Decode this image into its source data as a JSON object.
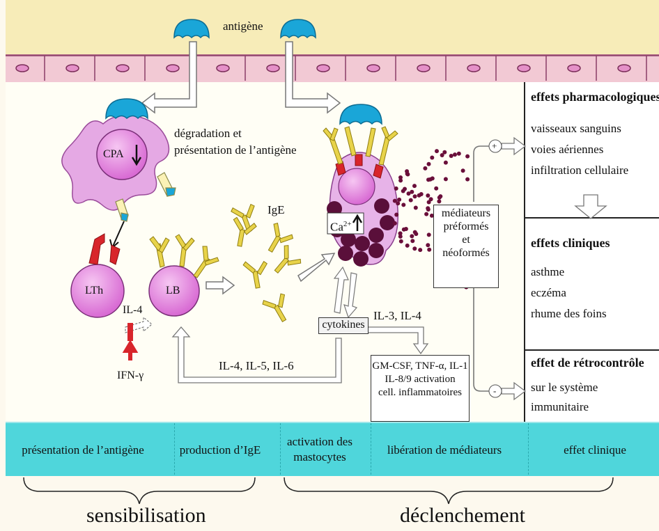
{
  "labels": {
    "antigen": "antigène",
    "degradation": "dégradation et",
    "presentation": "présentation de l’antigène",
    "cpa": "CPA",
    "lth": "LTh",
    "lb": "LB",
    "il4": "IL-4",
    "ifn": "IFN-γ",
    "ige": "IgE",
    "ca": "Ca",
    "ca_sup": "2+",
    "il3_il4": "IL-3, IL-4",
    "cytokines": "cytokines",
    "il456": "IL-4, IL-5, IL-6",
    "mediators": [
      "médiateurs",
      "préformés",
      "et",
      "néoformés"
    ],
    "gm": [
      "GM-CSF, TNF-α, IL-1",
      "IL-8/9 activation",
      "cell. inflammatoires"
    ],
    "plus": "+",
    "minus": "-"
  },
  "effects": {
    "pharma_title": "effets pharmacologiques",
    "pharma_items": [
      "vaisseaux sanguins",
      "voies aériennes",
      "infiltration cellulaire"
    ],
    "clinical_title": "effets cliniques",
    "clinical_items": [
      "asthme",
      "eczéma",
      "rhume des foins"
    ],
    "retro_title": "effet de rétrocontrôle",
    "retro_items": [
      "sur le système",
      "immunitaire"
    ]
  },
  "stages": [
    "présentation de l’antigène",
    "production d’IgE",
    "activation des mastocytes",
    "libération de médiateurs",
    "effet clinique"
  ],
  "phases": {
    "sensibilisation": "sensibilisation",
    "declenchement": "déclenchement"
  },
  "colors": {
    "antigen": "#1aa6d8",
    "cell": "#e58fe0",
    "ige": "#e8d34a",
    "receptor": "#d8252b",
    "granule": "#5a0f3a",
    "band": "#4fd6db"
  }
}
